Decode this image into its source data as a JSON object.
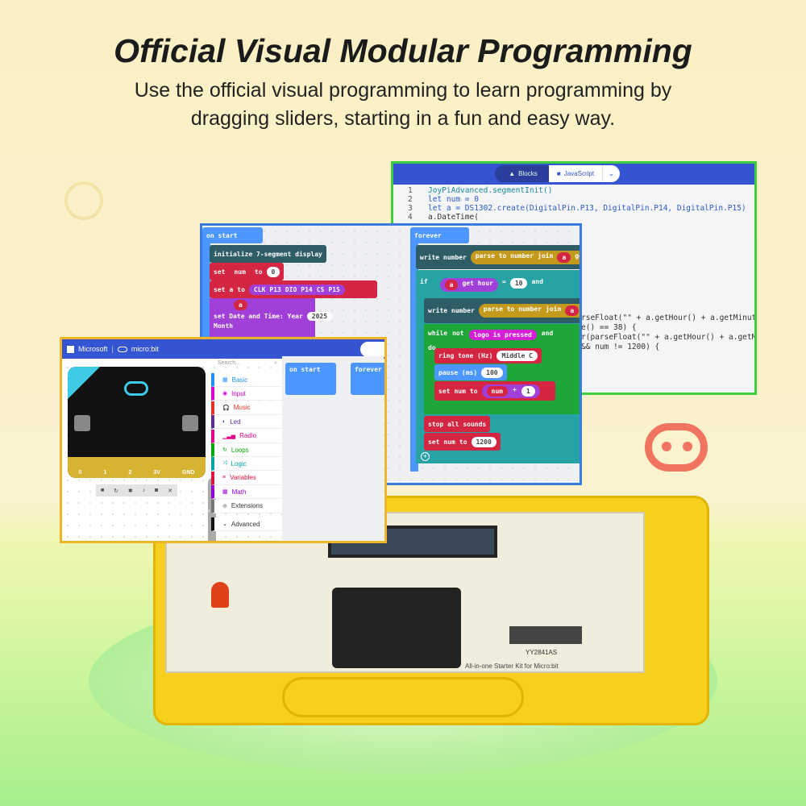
{
  "headline": {
    "title": "Official Visual Modular Programming",
    "subtitle_line1": "Use the official visual programming to learn programming by",
    "subtitle_line2": "dragging sliders, starting in a fun and easy way."
  },
  "colors": {
    "js_border": "#3ecf3e",
    "blocks_border": "#3a7be0",
    "editor_border": "#f0b429",
    "header_blue": "#3454d1"
  },
  "js_window": {
    "tabs": [
      {
        "label": "Blocks",
        "icon": "puzzle-icon"
      },
      {
        "label": "JavaScript",
        "icon": "code-icon"
      }
    ],
    "lines": [
      {
        "n": "1",
        "text": "JoyPiAdvanced.segmentInit()"
      },
      {
        "n": "2",
        "text": "let num = 0"
      },
      {
        "n": "3",
        "text": "let a = DS1302.create(DigitalPin.P13, DigitalPin.P14, DigitalPin.P15)"
      },
      {
        "n": "4",
        "text": "a.DateTime("
      }
    ],
    "partial_lines": [
      "rseFloat(\"\" + a.getHour() + a.getMinute()),",
      "e() == 38) {",
      "r(parseFloat(\"\" + a.getHour() + a.getMinute(",
      "&& num != 1200) {"
    ]
  },
  "blocks_window": {
    "on_start": "on start",
    "init": "initialize 7-segment display",
    "set_num": {
      "set": "set",
      "var": "num",
      "to": "to",
      "val": "0"
    },
    "set_a": {
      "set": "set",
      "var": "a",
      "to": "to",
      "clk": "CLK",
      "p13": "P13",
      "dio": "DIO",
      "p14": "P14",
      "cs": "CS",
      "p15": "P15"
    },
    "a_var": "a",
    "date": {
      "label": "set Date and Time: Year",
      "year": "2025",
      "month": "Month"
    },
    "forever": "forever",
    "write1": {
      "label": "write number",
      "parse": "parse to number",
      "join": "join",
      "a": "a",
      "get": "get ho"
    },
    "if": {
      "label": "if",
      "a": "a",
      "get": "get hour",
      "op": "=",
      "val": "10",
      "and": "and"
    },
    "write2": {
      "label": "write number",
      "parse": "parse to number",
      "join": "join",
      "a": "a",
      "get": "get"
    },
    "while": {
      "label": "while",
      "not": "not",
      "logo": "logo is pressed",
      "and": "and",
      "do": "do"
    },
    "ring": {
      "label": "ring tone (Hz)",
      "val": "Middle C"
    },
    "pause": {
      "label": "pause (ms)",
      "val": "100"
    },
    "set_inc": {
      "set": "set",
      "var": "num",
      "to": "to",
      "num": "num",
      "op": "+",
      "val": "1"
    },
    "stop": "stop all sounds",
    "set_1200": {
      "set": "set",
      "var": "num",
      "to": "to",
      "val": "1200"
    }
  },
  "editor": {
    "brand": "Microsoft",
    "product": "micro:bit",
    "search_placeholder": "Search...",
    "pins": [
      "0",
      "1",
      "2",
      "3V",
      "GND"
    ],
    "categories": [
      {
        "label": "Basic",
        "color": "#1e90ff",
        "icon": "grid-icon"
      },
      {
        "label": "Input",
        "color": "#d400d4",
        "icon": "target-icon"
      },
      {
        "label": "Music",
        "color": "#e63022",
        "icon": "headphones-icon"
      },
      {
        "label": "Led",
        "color": "#5c2d91",
        "icon": "toggle-icon"
      },
      {
        "label": "Radio",
        "color": "#e3008c",
        "icon": "signal-icon"
      },
      {
        "label": "Loops",
        "color": "#00aa00",
        "icon": "loop-icon"
      },
      {
        "label": "Logic",
        "color": "#00a4a6",
        "icon": "shuffle-icon"
      },
      {
        "label": "Variables",
        "color": "#dc143c",
        "icon": "list-icon"
      },
      {
        "label": "Math",
        "color": "#9400d3",
        "icon": "calculator-icon"
      },
      {
        "label": "Extensions",
        "color": "#777777",
        "icon": "plus-circle-icon"
      },
      {
        "label": "Advanced",
        "color": "#111111",
        "icon": "chevron-down-icon"
      }
    ],
    "ws_on_start": "on start",
    "ws_forever": "forever"
  },
  "product": {
    "kit_label": "All-in-one Starter Kit for Micro:bit",
    "display_label": "YY2841AS"
  }
}
